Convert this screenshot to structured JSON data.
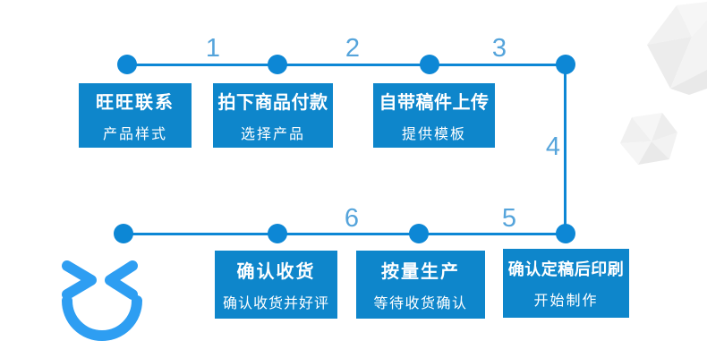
{
  "window": {
    "width": "790",
    "height": "400"
  },
  "colors": {
    "page_bg": "#ffffff",
    "box_blue": "#0e86cb",
    "line_blue": "#0d87d5",
    "number_blue": "#55a4db",
    "box_text": "#ffffff",
    "smiley_blue": "#2e9ef2",
    "shape_gray_light": "#f4f4f4",
    "shape_gray_mid": "#eeeeee",
    "shape_gray_dark": "#e9e9e9"
  },
  "process": {
    "steps": [
      {
        "number": "1",
        "title": "旺旺联系",
        "subtitle": "产品样式"
      },
      {
        "number": "2",
        "title": "拍下商品付款",
        "subtitle": "选择产品"
      },
      {
        "number": "3",
        "title": "自带稿件上传",
        "subtitle": "提供模板"
      },
      {
        "number": "4",
        "title": "确认定稿后印刷",
        "subtitle": "开始制作"
      },
      {
        "number": "5",
        "title": "按量生产",
        "subtitle": "等待收货确认"
      },
      {
        "number": "6",
        "title": "确认收货",
        "subtitle": "确认收货并好评"
      }
    ]
  },
  "decor": {
    "smiley_icon": "winking-squint-smiley-logo",
    "background_shapes": [
      "large-gray-polyhedron",
      "small-gray-polyhedron"
    ]
  }
}
